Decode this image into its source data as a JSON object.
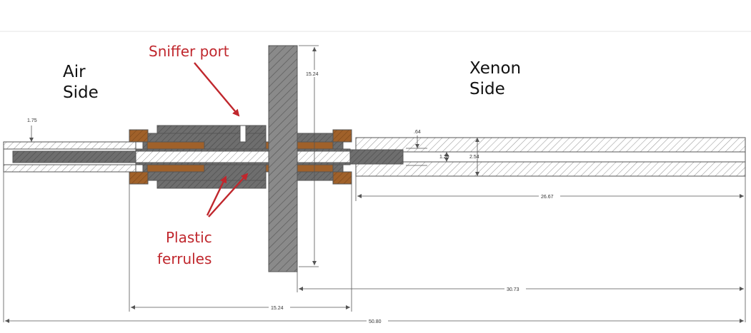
{
  "labels": {
    "air_side_line1": "Air",
    "air_side_line2": "Side",
    "xenon_side_line1": "Xenon",
    "xenon_side_line2": "Side",
    "sniffer_port": "Sniffer port",
    "plastic_line1": "Plastic",
    "plastic_line2": "ferrules"
  },
  "dimensions": {
    "tube_od_small": "1.75",
    "flange_height": "15.24",
    "gap": ".64",
    "inner_dia": "1.29",
    "outer_dia": "2.54",
    "xenon_tube_length": "26.67",
    "flange_to_end": "30.73",
    "fitting_length": "15.24",
    "total_length": "50.80"
  },
  "colors": {
    "annotation_red": "#c0272d",
    "steel_gray": "#6e6e6e",
    "brass": "#a0612a",
    "hatch": "#9a9a9a"
  }
}
